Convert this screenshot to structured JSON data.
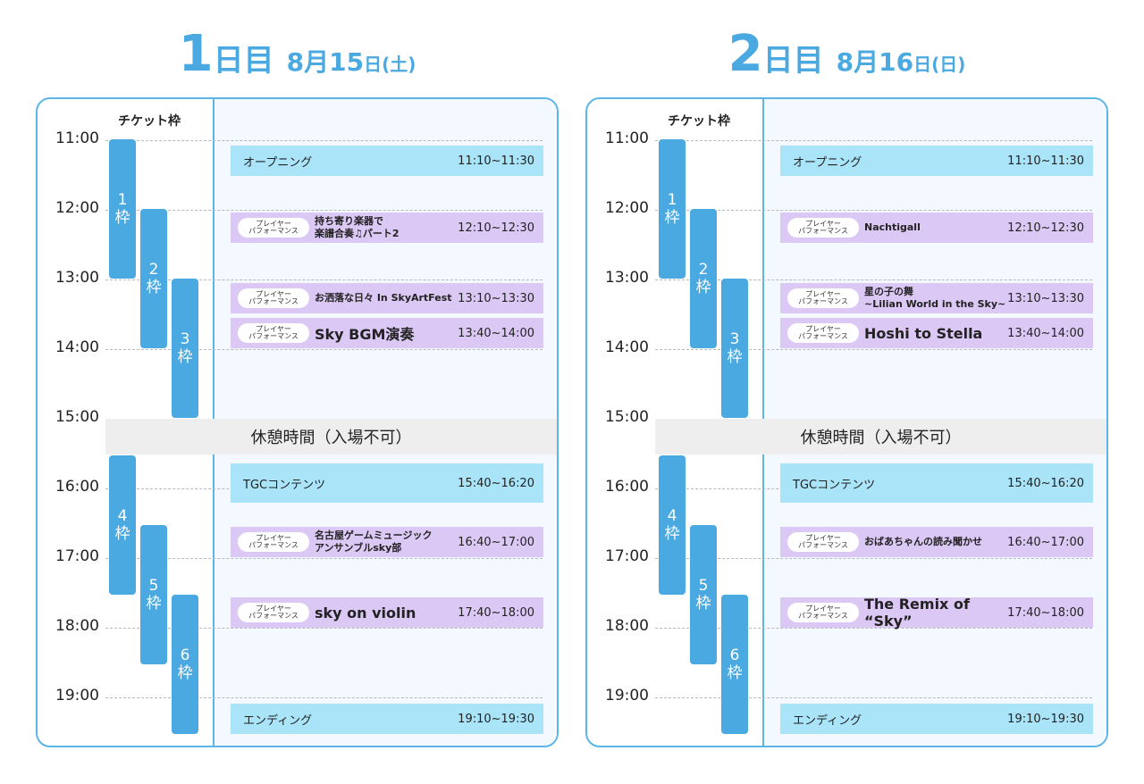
{
  "ticket_header": "チケット枠",
  "break_label": "休憩時間（入場不可）",
  "performer_pill": [
    "プレイヤー",
    "パフォーマンス"
  ],
  "times": [
    "11:00",
    "12:00",
    "13:00",
    "14:00",
    "15:00",
    "16:00",
    "17:00",
    "18:00",
    "19:00"
  ],
  "ticket_slots": [
    {
      "num": "1",
      "unit": "枠"
    },
    {
      "num": "2",
      "unit": "枠"
    },
    {
      "num": "3",
      "unit": "枠"
    },
    {
      "num": "4",
      "unit": "枠"
    },
    {
      "num": "5",
      "unit": "枠"
    },
    {
      "num": "6",
      "unit": "枠"
    }
  ],
  "days": [
    {
      "day_num": "1",
      "day_unit": "日目",
      "date_num": "8月15",
      "date_unit": "日",
      "weekday": "(土)",
      "events": [
        {
          "type": "plain",
          "title": "オープニング",
          "time": "11:10~11:30"
        },
        {
          "type": "perf",
          "title": "持ち寄り楽器で",
          "title2": "楽譜合奏♫パート2",
          "time": "12:10~12:30"
        },
        {
          "type": "perf",
          "title": "お洒落な日々 In SkyArtFest",
          "time": "13:10~13:30"
        },
        {
          "type": "perf",
          "title": "Sky BGM演奏",
          "time": "13:40~14:00"
        },
        {
          "type": "plain",
          "title": "TGCコンテンツ",
          "time": "15:40~16:20"
        },
        {
          "type": "perf",
          "title": "名古屋ゲームミュージック",
          "title2": "アンサンブルsky部",
          "time": "16:40~17:00"
        },
        {
          "type": "perf",
          "title": "sky on violin",
          "time": "17:40~18:00"
        },
        {
          "type": "plain",
          "title": "エンディング",
          "time": "19:10~19:30"
        }
      ]
    },
    {
      "day_num": "2",
      "day_unit": "日目",
      "date_num": "8月16",
      "date_unit": "日",
      "weekday": "(日)",
      "events": [
        {
          "type": "plain",
          "title": "オープニング",
          "time": "11:10~11:30"
        },
        {
          "type": "perf",
          "title": "Nachtigall",
          "time": "12:10~12:30"
        },
        {
          "type": "perf",
          "title": "星の子の舞",
          "title2": "~Lilian World in the Sky~",
          "time": "13:10~13:30"
        },
        {
          "type": "perf",
          "title": "Hoshi to Stella",
          "time": "13:40~14:00"
        },
        {
          "type": "plain",
          "title": "TGCコンテンツ",
          "time": "15:40~16:20"
        },
        {
          "type": "perf",
          "title": "おばあちゃんの読み聞かせ",
          "time": "16:40~17:00"
        },
        {
          "type": "perf",
          "title": "The Remix of “Sky”",
          "time": "17:40~18:00"
        },
        {
          "type": "plain",
          "title": "エンディング",
          "time": "19:10~19:30"
        }
      ]
    }
  ]
}
